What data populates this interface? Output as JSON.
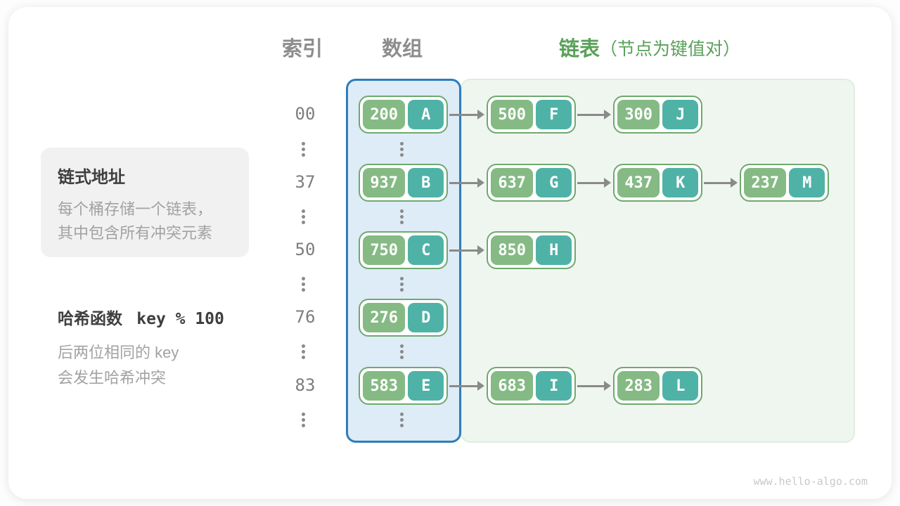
{
  "headers": {
    "index": "索引",
    "array": "数组",
    "list": "链表",
    "list_note": "（节点为键值对）"
  },
  "notes": {
    "chaining": {
      "title": "链式地址",
      "line1": "每个桶存储一个链表，",
      "line2": "其中包含所有冲突元素"
    },
    "hash": {
      "title_prefix": "哈希函数",
      "formula": "key % 100",
      "line1": "后两位相同的 key",
      "line2": "会发生哈希冲突"
    }
  },
  "diagram": {
    "type": "hash-table-separate-chaining",
    "rows": [
      {
        "index": "00",
        "nodes": [
          {
            "key": "200",
            "value": "A"
          },
          {
            "key": "500",
            "value": "F"
          },
          {
            "key": "300",
            "value": "J"
          }
        ]
      },
      {
        "index": "37",
        "nodes": [
          {
            "key": "937",
            "value": "B"
          },
          {
            "key": "637",
            "value": "G"
          },
          {
            "key": "437",
            "value": "K"
          },
          {
            "key": "237",
            "value": "M"
          }
        ]
      },
      {
        "index": "50",
        "nodes": [
          {
            "key": "750",
            "value": "C"
          },
          {
            "key": "850",
            "value": "H"
          }
        ]
      },
      {
        "index": "76",
        "nodes": [
          {
            "key": "276",
            "value": "D"
          }
        ]
      },
      {
        "index": "83",
        "nodes": [
          {
            "key": "583",
            "value": "E"
          },
          {
            "key": "683",
            "value": "I"
          },
          {
            "key": "283",
            "value": "L"
          }
        ]
      }
    ]
  },
  "colors": {
    "key-green": "#85ba85",
    "value-teal": "#4fb2a7",
    "node-border": "#6fa96f",
    "array-fill": "#ddecf7",
    "array-border": "#2e7dba",
    "list-fill": "#eff6ef",
    "accent-green": "#5aa05a",
    "arrow-gray": "#8a8a8a"
  },
  "watermark": "www.hello-algo.com"
}
